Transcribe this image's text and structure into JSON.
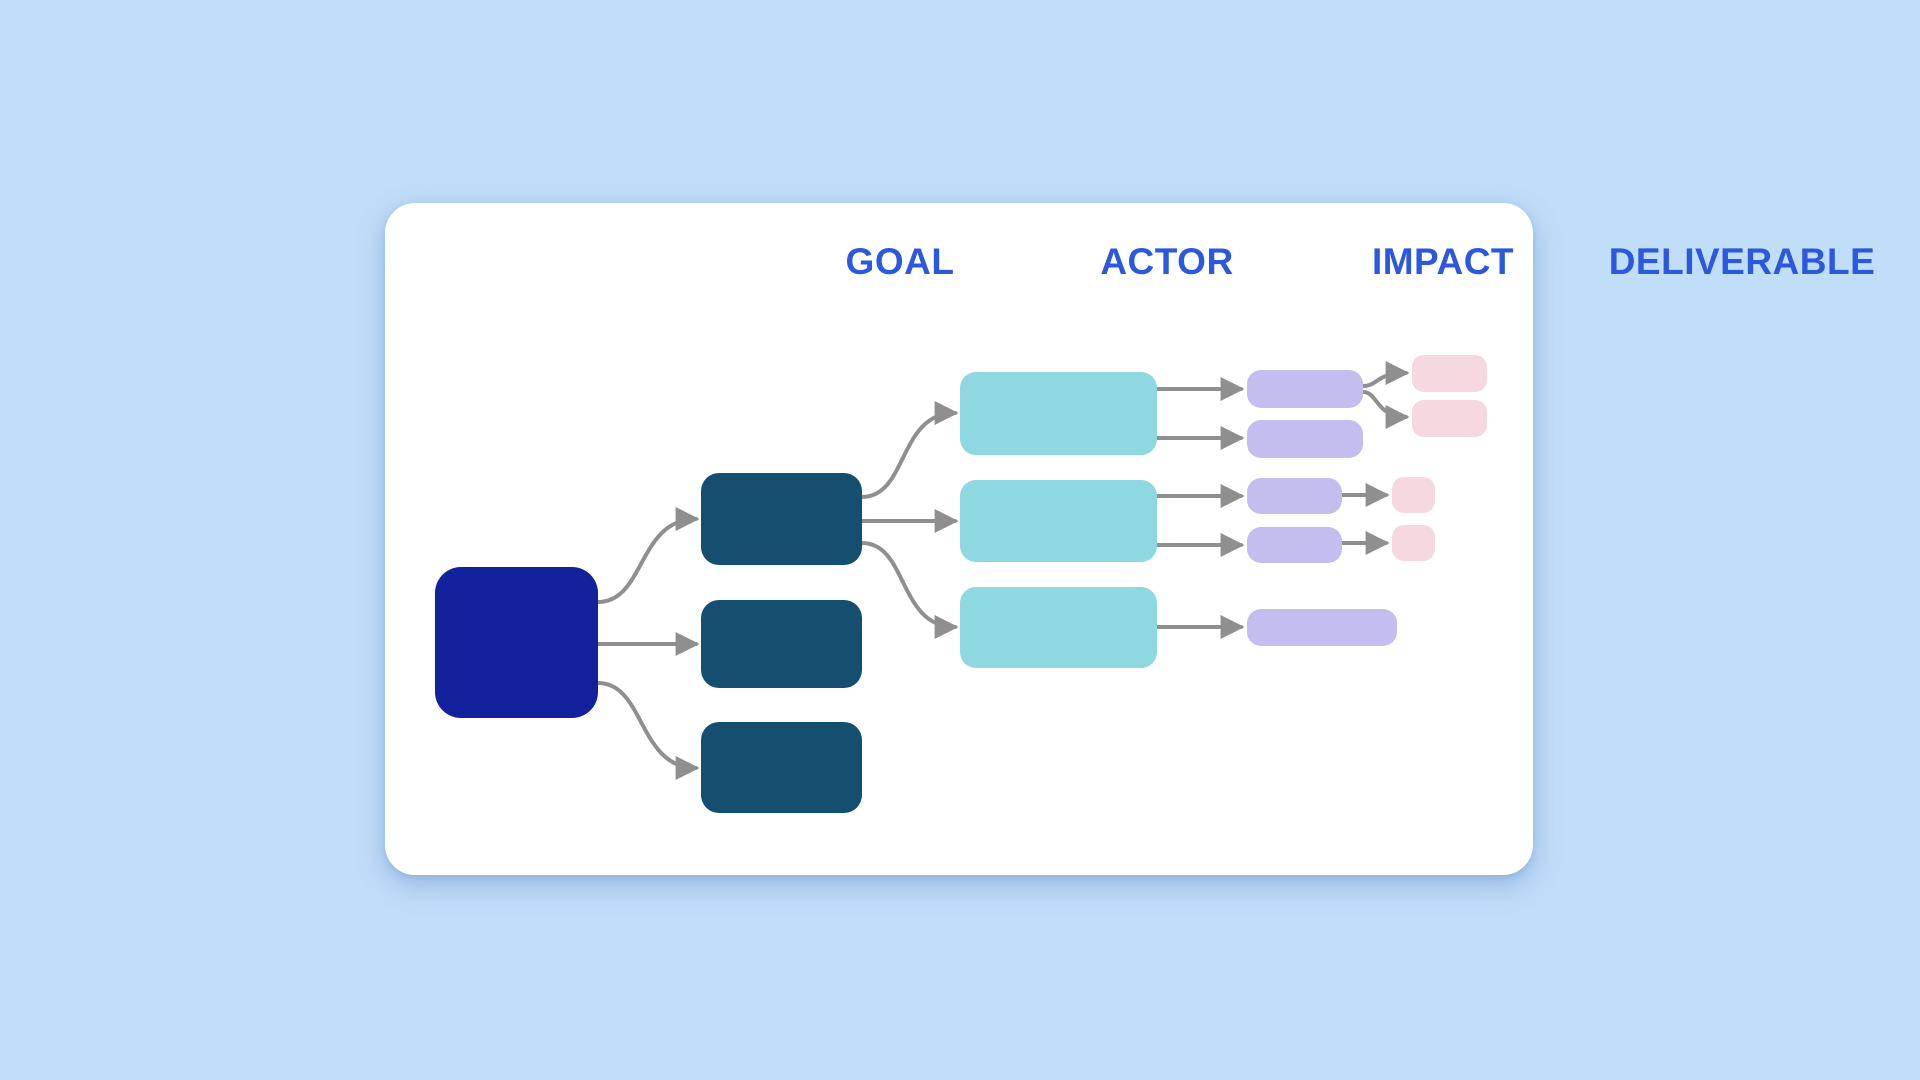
{
  "headers": [
    {
      "id": "goal",
      "label": "GOAL"
    },
    {
      "id": "actor",
      "label": "ACTOR"
    },
    {
      "id": "impact",
      "label": "IMPACT"
    },
    {
      "id": "deliverable",
      "label": "DELIVERABLE"
    }
  ],
  "colors": {
    "background": "#c0ddf9",
    "card": "#ffffff",
    "header-text": "#2b58dd",
    "goal-node": "#14219c",
    "actor-node": "#154f70",
    "impact-node": "#8ed8e2",
    "deliverable-node": "#c4bef0",
    "outcome-node": "#f5d8e0",
    "connector": "#8f8f8f"
  },
  "diagram": {
    "type": "impact-map-flowchart",
    "node_counts": {
      "goal": 1,
      "actor": 3,
      "impact": 3,
      "deliverable": 5,
      "sub_deliverable": 4
    },
    "edges": [
      {
        "from": "goal",
        "to": "actor-1"
      },
      {
        "from": "goal",
        "to": "actor-2"
      },
      {
        "from": "goal",
        "to": "actor-3"
      },
      {
        "from": "actor-1",
        "to": "impact-1"
      },
      {
        "from": "actor-1",
        "to": "impact-2"
      },
      {
        "from": "actor-1",
        "to": "impact-3"
      },
      {
        "from": "impact-1",
        "to": "deliverable-1"
      },
      {
        "from": "impact-1",
        "to": "deliverable-2"
      },
      {
        "from": "deliverable-1",
        "to": "sub-deliverable-1"
      },
      {
        "from": "deliverable-1",
        "to": "sub-deliverable-2"
      },
      {
        "from": "impact-2",
        "to": "deliverable-3"
      },
      {
        "from": "impact-2",
        "to": "deliverable-4"
      },
      {
        "from": "deliverable-3",
        "to": "sub-deliverable-3"
      },
      {
        "from": "deliverable-4",
        "to": "sub-deliverable-4"
      },
      {
        "from": "impact-3",
        "to": "deliverable-5"
      }
    ]
  }
}
